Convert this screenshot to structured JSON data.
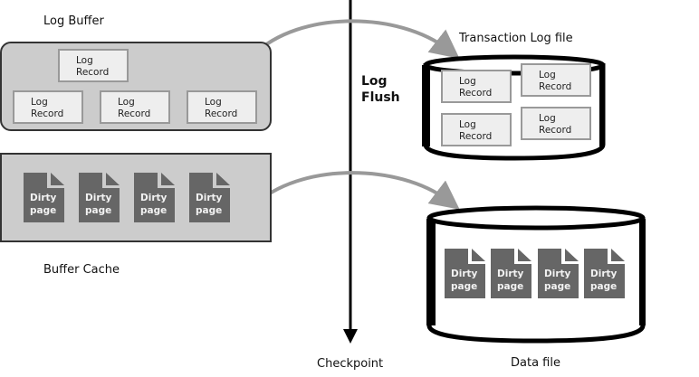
{
  "log_buffer": {
    "title": "Log Buffer",
    "records": [
      "Log\nRecord",
      "Log\nRecord",
      "Log\nRecord",
      "Log\nRecord"
    ],
    "record_line1": "Log",
    "record_line2": "Record"
  },
  "buffer_cache": {
    "title": "Buffer Cache",
    "page_line1": "Dirty",
    "page_line2": "page",
    "page_count": 4
  },
  "divider": {
    "flush_line1": "Log",
    "flush_line2": "Flush",
    "checkpoint": "Checkpoint"
  },
  "transaction_log": {
    "title": "Transaction Log file",
    "record_line1": "Log",
    "record_line2": "Record",
    "record_count": 4
  },
  "data_file": {
    "title": "Data file",
    "page_line1": "Dirty",
    "page_line2": "page",
    "page_count": 4
  },
  "colors": {
    "panel": "#cccccc",
    "record": "#eeeeee",
    "page": "#666666",
    "arrow": "#999999",
    "line": "#000000"
  }
}
